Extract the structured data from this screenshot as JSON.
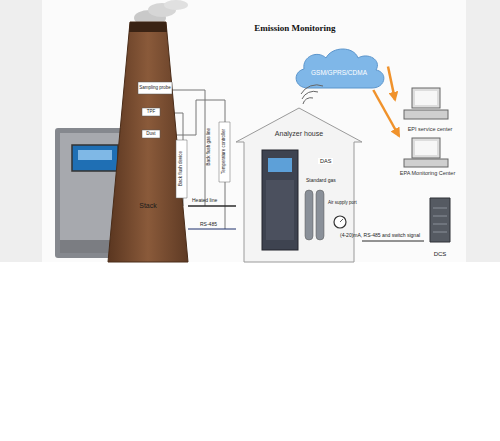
{
  "diagram": {
    "title": "Emission Monitoring",
    "nodes": [
      {
        "text": [
          "Stack"
        ]
      },
      {
        "text": [
          "Sampling probe"
        ],
        "in": 0
      },
      {
        "text": [
          "TPF"
        ],
        "in": 0
      },
      {
        "text": [
          "Dust"
        ],
        "in": 0
      },
      {
        "text": [
          "Back flush device"
        ]
      },
      {
        "text": [
          "Temperature controller"
        ]
      },
      {
        "text": [
          "GSM/GPRS/CDMA"
        ]
      },
      {
        "text": [
          "EPI service center"
        ]
      },
      {
        "text": [
          "EPA Monitoring Center"
        ]
      },
      {
        "text": [
          "Analyzer house"
        ]
      },
      {
        "text": [
          "DCS"
        ]
      }
    ],
    "edges": [
      {
        "from": 6,
        "to": 7,
        "arrow": "to"
      },
      {
        "from": 6,
        "to": 8,
        "arrow": "to"
      },
      {
        "from": 0,
        "to": 9,
        "label": "Heated line",
        "arrow": "none"
      },
      {
        "from": 0,
        "to": 9,
        "label": "RS-485",
        "arrow": "none"
      },
      {
        "from": 9,
        "to": 10,
        "label": "(4-20)mA, RS-485 and switch signal",
        "arrow": "none"
      }
    ],
    "labels": [
      "Back flush gas line",
      "DAS",
      "Standard gas",
      "Air supply port"
    ]
  }
}
